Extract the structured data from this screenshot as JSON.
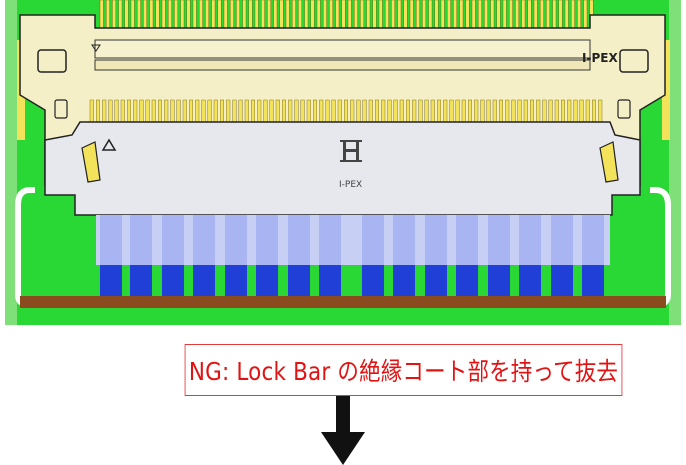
{
  "caption": {
    "text": "NG: Lock Bar の絶縁コート部を持って抜去"
  },
  "connector": {
    "brand_label": "I-PEX",
    "logo_label": "I-PEX"
  },
  "colors": {
    "pcb_green": "#29d834",
    "pcb_light": "#8ee07a",
    "housing": "#f4efc6",
    "gold_pins": "#f3e35a",
    "lockbar": "#e6e8ee",
    "cable_blue": "#1f3fd6",
    "cable_light": "#a9b5f2",
    "cable_brown": "#8a4b1e",
    "caption_red": "#e11414",
    "arrow": "#111111"
  },
  "icons": [
    "i-pex-logo-icon",
    "triangle-mark-icon",
    "down-arrow-icon"
  ]
}
